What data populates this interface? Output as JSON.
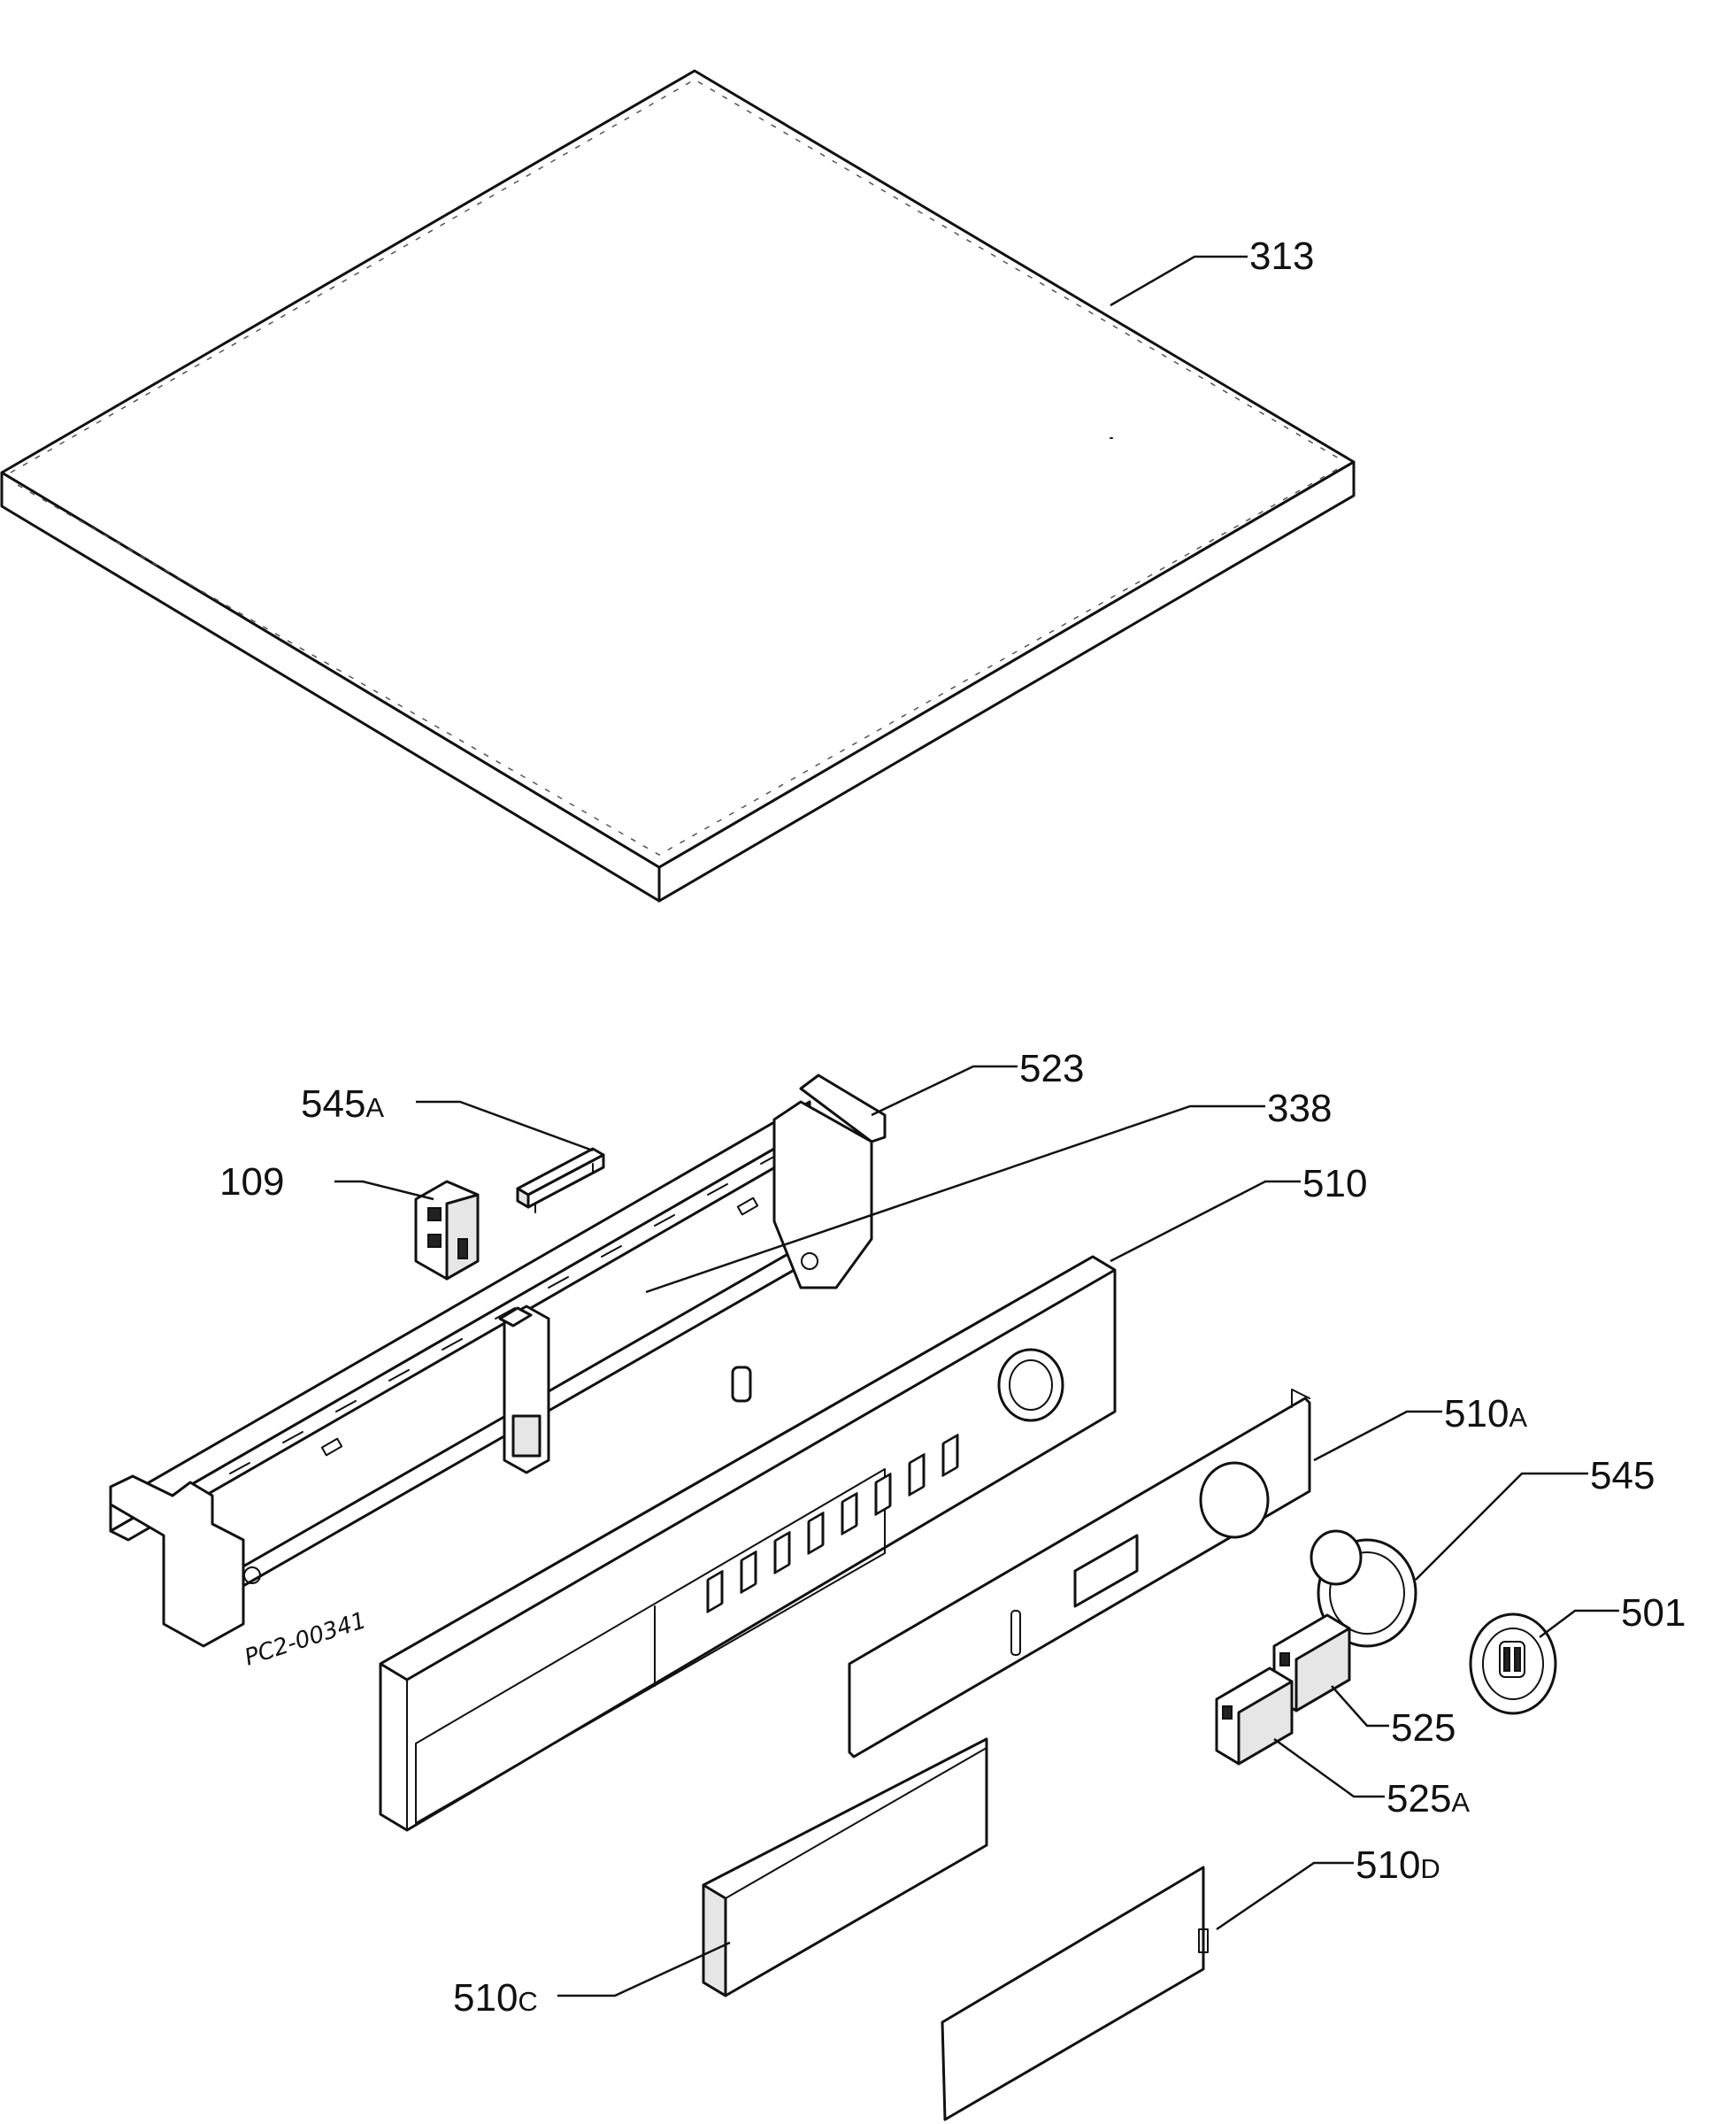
{
  "diagram": {
    "drawing_code": "PC2-00341",
    "parts": [
      {
        "id": "313",
        "num": "313",
        "suffix": ""
      },
      {
        "id": "523",
        "num": "523",
        "suffix": ""
      },
      {
        "id": "545A",
        "num": "545",
        "suffix": "A"
      },
      {
        "id": "338",
        "num": "338",
        "suffix": ""
      },
      {
        "id": "109",
        "num": "109",
        "suffix": ""
      },
      {
        "id": "510",
        "num": "510",
        "suffix": ""
      },
      {
        "id": "510A",
        "num": "510",
        "suffix": "A"
      },
      {
        "id": "545",
        "num": "545",
        "suffix": ""
      },
      {
        "id": "501",
        "num": "501",
        "suffix": ""
      },
      {
        "id": "525",
        "num": "525",
        "suffix": ""
      },
      {
        "id": "525A",
        "num": "525",
        "suffix": "A"
      },
      {
        "id": "510D",
        "num": "510",
        "suffix": "D"
      },
      {
        "id": "510C",
        "num": "510",
        "suffix": "C"
      }
    ]
  }
}
